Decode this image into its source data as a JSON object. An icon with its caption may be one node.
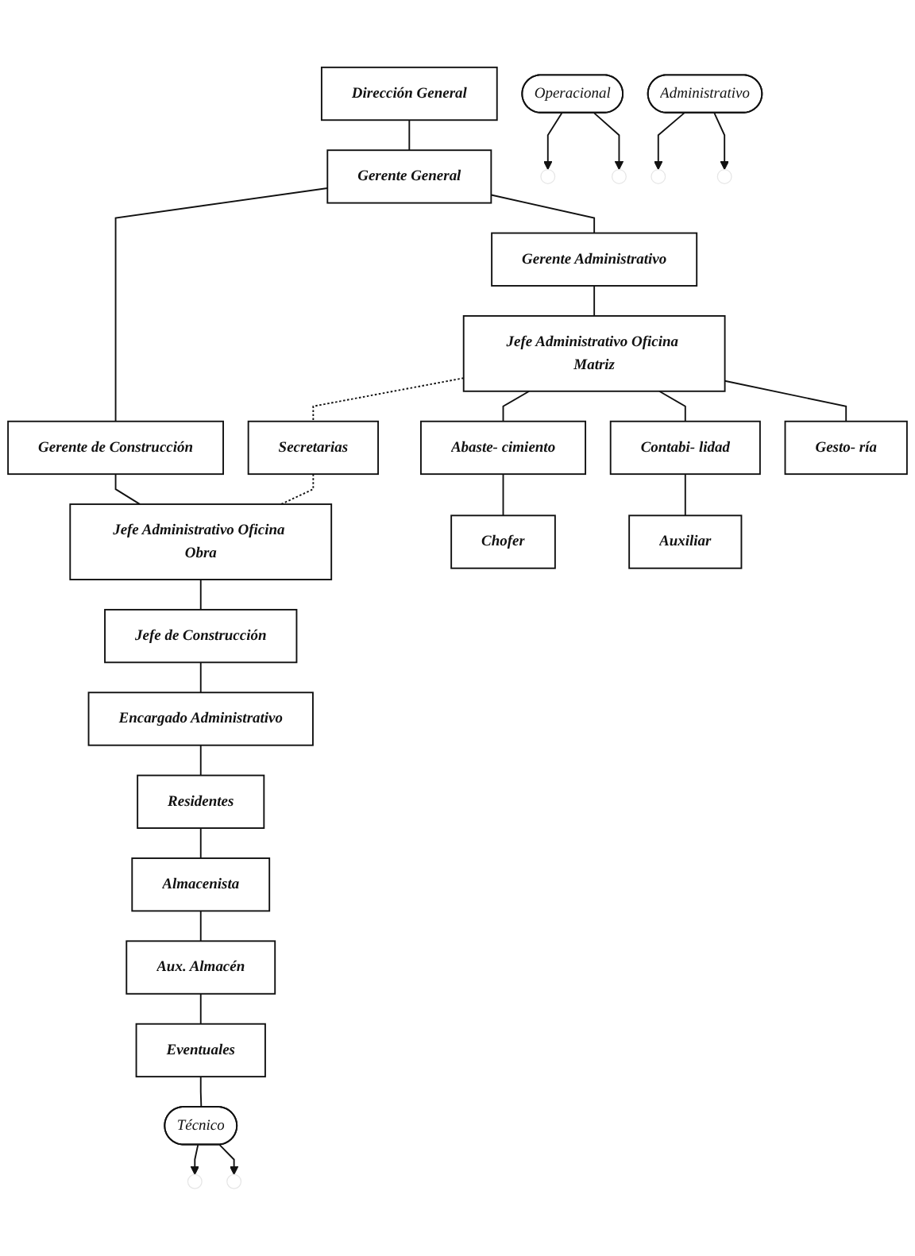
{
  "diagram": {
    "nodes": [
      {
        "text": [
          "Dirección General"
        ]
      },
      {
        "text": [
          "Gerente General"
        ]
      },
      {
        "text": [
          "Gerente Administrativo"
        ]
      },
      {
        "text": [
          "Gerente de Construcción"
        ]
      },
      {
        "text": [
          "Jefe Administrativo Oficina Matriz"
        ]
      },
      {
        "text": [
          "Jefe Administrativo Oficina Obra"
        ]
      },
      {
        "text": [
          "Secretarias"
        ]
      },
      {
        "text": [
          "Jefe de Construcción"
        ]
      },
      {
        "text": [
          "Encargado Administrativo"
        ]
      },
      {
        "text": [
          "Residentes"
        ]
      },
      {
        "text": [
          "Almacenista"
        ]
      },
      {
        "text": [
          "Aux. Almacén"
        ]
      },
      {
        "text": [
          "Eventuales"
        ]
      },
      {
        "text": [
          "Abaste- cimiento"
        ]
      },
      {
        "text": [
          "Contabi- lidad"
        ]
      },
      {
        "text": [
          "Gesto- ría"
        ]
      },
      {
        "text": [
          "Chofer"
        ]
      },
      {
        "text": [
          "Auxiliar"
        ]
      },
      {
        "text": [
          "Operacional"
        ]
      },
      {
        "text": [
          "Administrativo"
        ]
      },
      {
        "text": [
          "Técnico"
        ]
      }
    ],
    "edges": [
      {
        "from": 0,
        "to": 1,
        "arrow": "none"
      },
      {
        "from": 1,
        "to": 2,
        "arrow": "none"
      },
      {
        "from": 1,
        "to": 3,
        "arrow": "none"
      },
      {
        "from": 2,
        "to": 4,
        "arrow": "none"
      },
      {
        "from": 3,
        "to": 5,
        "arrow": "none"
      },
      {
        "from": 4,
        "to": 6,
        "arrow": "none",
        "style": "dashed"
      },
      {
        "from": 6,
        "to": 5,
        "arrow": "none",
        "style": "dashed"
      },
      {
        "from": 4,
        "to": 13,
        "arrow": "none"
      },
      {
        "from": 4,
        "to": 14,
        "arrow": "none"
      },
      {
        "from": 4,
        "to": 15,
        "arrow": "none"
      },
      {
        "from": 13,
        "to": 16,
        "arrow": "none"
      },
      {
        "from": 14,
        "to": 17,
        "arrow": "none"
      },
      {
        "from": 5,
        "to": 7,
        "arrow": "none"
      },
      {
        "from": 7,
        "to": 8,
        "arrow": "none"
      },
      {
        "from": 8,
        "to": 9,
        "arrow": "none"
      },
      {
        "from": 9,
        "to": 10,
        "arrow": "none"
      },
      {
        "from": 10,
        "to": 11,
        "arrow": "none"
      },
      {
        "from": 11,
        "to": 12,
        "arrow": "none"
      },
      {
        "from": 12,
        "to": 20,
        "arrow": "none"
      },
      {
        "from": 18,
        "to": null,
        "arrow": "to"
      },
      {
        "from": 18,
        "to": null,
        "arrow": "to"
      },
      {
        "from": 19,
        "to": null,
        "arrow": "to"
      },
      {
        "from": 19,
        "to": null,
        "arrow": "to"
      },
      {
        "from": 20,
        "to": null,
        "arrow": "to"
      },
      {
        "from": 20,
        "to": null,
        "arrow": "to"
      }
    ]
  }
}
